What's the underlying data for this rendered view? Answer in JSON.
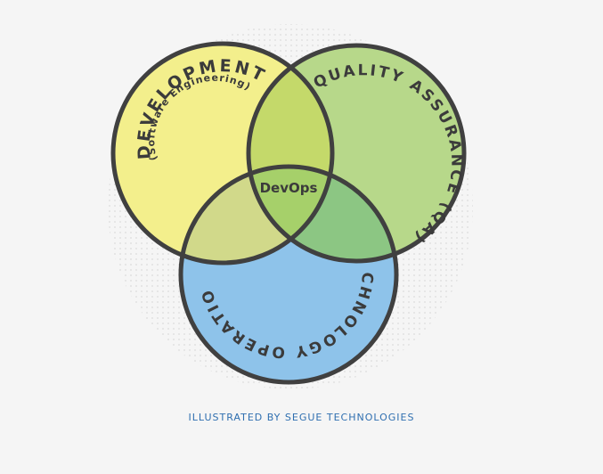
{
  "diagram": {
    "sets": {
      "development": {
        "label": "DEVELOPMENT",
        "sublabel": "(Software Engineering)",
        "color": "#f3ef8c"
      },
      "qa": {
        "label": "QUALITY ASSURANCE (QA)",
        "color": "#b7d88a"
      },
      "operations": {
        "label": "TECHNOLOGY OPERATIONS",
        "color": "#8ec3ea"
      }
    },
    "intersection_label": "DevOps",
    "outline_color": "#404040"
  },
  "credit": {
    "text": "ILLUSTRATED BY SEGUE TECHNOLOGIES",
    "color": "#2f6fb0"
  }
}
